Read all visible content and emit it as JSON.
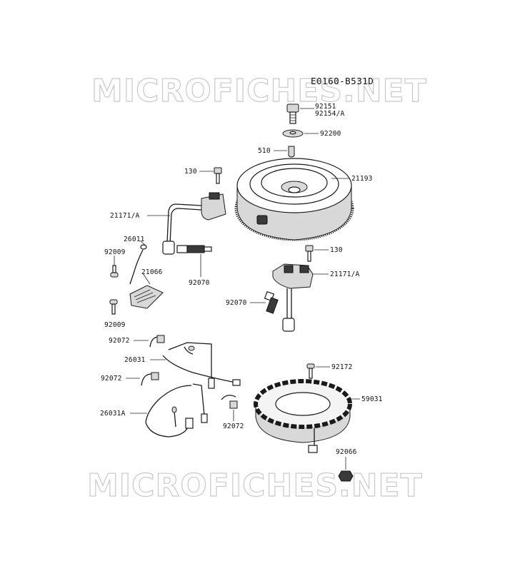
{
  "diagram_code": "E0160-B531D",
  "watermark": {
    "top": "MICROFICHES.NET",
    "bottom": "MICROFICHES.NET"
  },
  "labels": {
    "p92151": "92151",
    "p92154a": "92154/A",
    "p92200": "92200",
    "p510": "510",
    "p130_top": "130",
    "p21193": "21193",
    "p21171a_left": "21171/A",
    "p26011": "26011",
    "p92009_top": "92009",
    "p21066": "21066",
    "p92070_left": "92070",
    "p92009_bottom": "92009",
    "p130_right": "130",
    "p21171a_right": "21171/A",
    "p92070_right": "92070",
    "p92072_top": "92072",
    "p26031": "26031",
    "p92072_mid": "92072",
    "p26031a": "26031A",
    "p92072_bottom": "92072",
    "p92172": "92172",
    "p59031": "59031",
    "p92066": "92066"
  }
}
